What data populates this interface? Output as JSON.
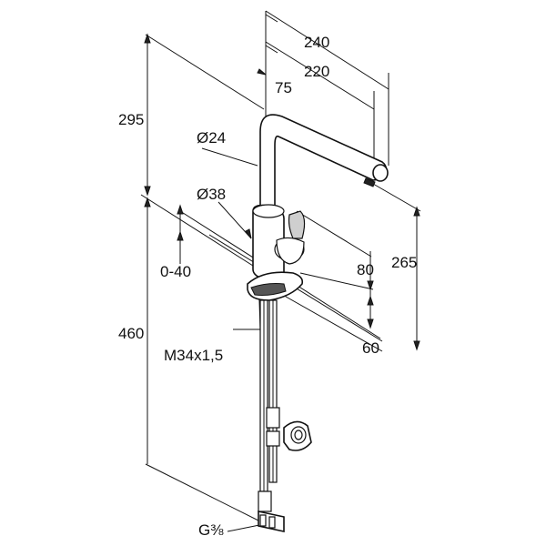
{
  "dimensions": {
    "width_total": "240",
    "width_spout": "220",
    "offset_75": "75",
    "height_295": "295",
    "diameter_24": "Ø24",
    "diameter_38": "Ø38",
    "adjust_0_40": "0-40",
    "height_265": "265",
    "dim_80": "80",
    "dim_60": "60",
    "height_460": "460",
    "thread": "M34x1,5",
    "connection": "G⅜"
  }
}
